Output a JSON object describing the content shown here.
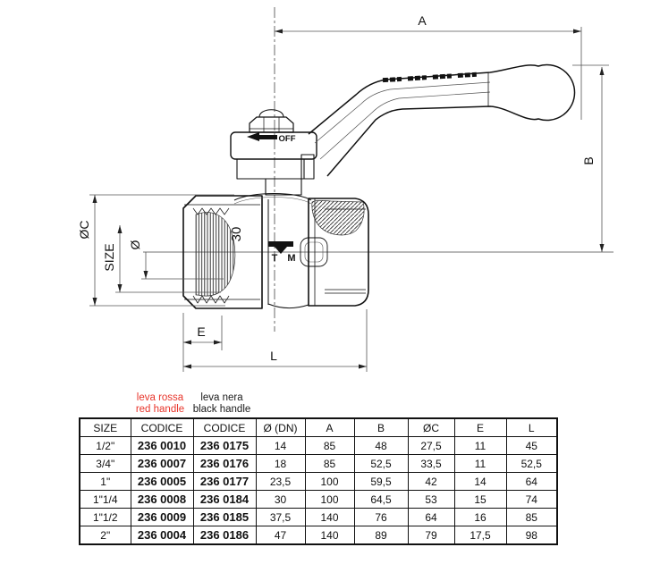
{
  "drawing": {
    "dimension_labels": {
      "a": "A",
      "b": "B",
      "phi_c": "ØC",
      "size": "SIZE",
      "phi": "Ø",
      "e": "E",
      "l": "L"
    },
    "markings": {
      "off_label": "OFF",
      "body_mark": "30",
      "logo_left": "T",
      "logo_right": "M"
    }
  },
  "legend": {
    "red": {
      "line1": "leva rossa",
      "line2": "red handle",
      "color": "#e8352b"
    },
    "black": {
      "line1": "leva nera",
      "line2": "black handle",
      "color": "#1a1a1a"
    }
  },
  "table": {
    "headers": [
      "SIZE",
      "CODICE",
      "CODICE",
      "Ø (DN)",
      "A",
      "B",
      "ØC",
      "E",
      "L"
    ],
    "rows": [
      [
        "1/2\"",
        "236 0010",
        "236 0175",
        "14",
        "85",
        "48",
        "27,5",
        "11",
        "45"
      ],
      [
        "3/4\"",
        "236 0007",
        "236 0176",
        "18",
        "85",
        "52,5",
        "33,5",
        "11",
        "52,5"
      ],
      [
        "1\"",
        "236 0005",
        "236 0177",
        "23,5",
        "100",
        "59,5",
        "42",
        "14",
        "64"
      ],
      [
        "1\"1/4",
        "236 0008",
        "236 0184",
        "30",
        "100",
        "64,5",
        "53",
        "15",
        "74"
      ],
      [
        "1\"1/2",
        "236 0009",
        "236 0185",
        "37,5",
        "140",
        "76",
        "64",
        "16",
        "85"
      ],
      [
        "2\"",
        "236 0004",
        "236 0186",
        "47",
        "140",
        "89",
        "79",
        "17,5",
        "98"
      ]
    ]
  }
}
